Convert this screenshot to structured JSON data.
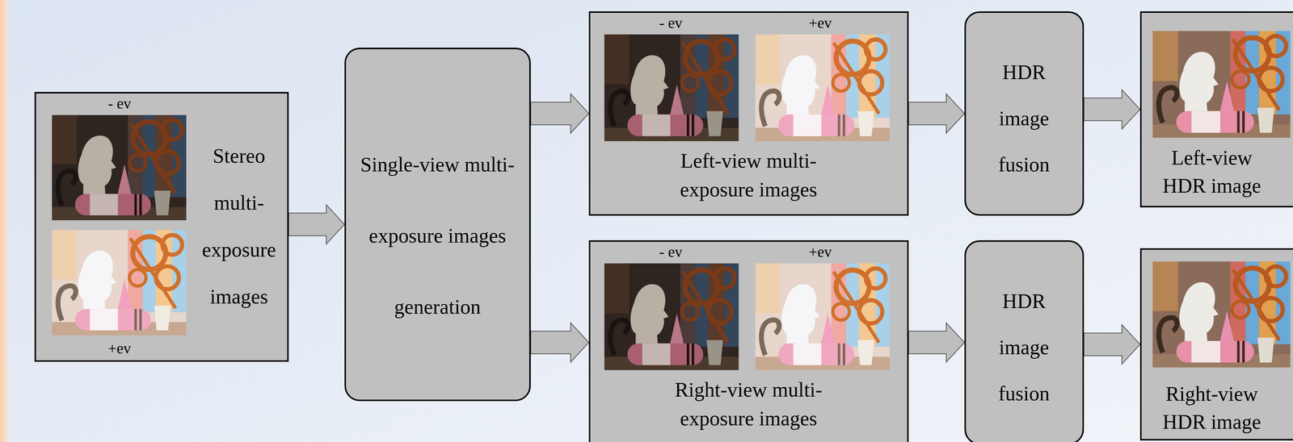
{
  "diagram": {
    "nodes": [
      {
        "text": [
          "- ev",
          "Stereo multi- exposure images",
          "+ev"
        ]
      },
      {
        "text": [
          "Single-view multi-exposure images generation"
        ]
      },
      {
        "text": [
          "- ev",
          "+ev",
          "Left-view multi-exposure images"
        ]
      },
      {
        "text": [
          "- ev",
          "+ev",
          "Right-view multi-exposure images"
        ]
      },
      {
        "text": [
          "HDR image fusion"
        ]
      },
      {
        "text": [
          "HDR image fusion"
        ]
      },
      {
        "text": [
          "Left-view HDR image"
        ]
      },
      {
        "text": [
          "Right-view HDR image"
        ]
      }
    ],
    "edges": [
      {
        "from": 0,
        "to": 1,
        "arrow": "to"
      },
      {
        "from": 1,
        "to": 2,
        "arrow": "to"
      },
      {
        "from": 1,
        "to": 3,
        "arrow": "to"
      },
      {
        "from": 2,
        "to": 4,
        "arrow": "to"
      },
      {
        "from": 3,
        "to": 5,
        "arrow": "to"
      },
      {
        "from": 4,
        "to": 6,
        "arrow": "to"
      },
      {
        "from": 5,
        "to": 7,
        "arrow": "to"
      }
    ]
  }
}
